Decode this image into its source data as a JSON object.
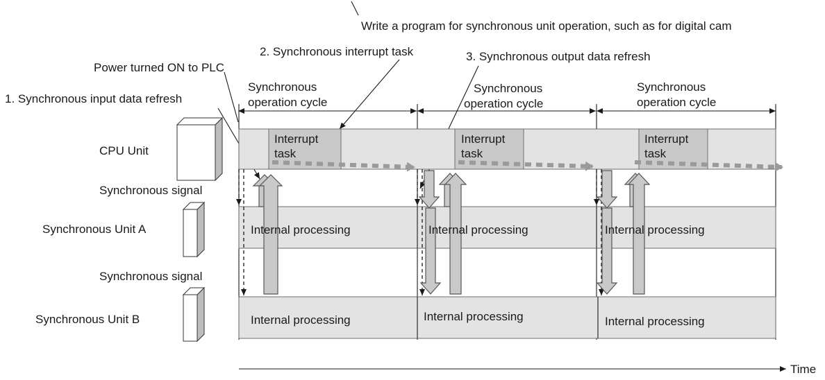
{
  "top_note": "Write a program for synchronous unit operation, such as for digital cam",
  "callouts": {
    "power_on": "Power turned ON to PLC",
    "step1": "1. Synchronous input data refresh",
    "step2": "2. Synchronous interrupt task",
    "step3": "3. Synchronous output data refresh"
  },
  "row_labels": {
    "cpu_unit": "CPU Unit",
    "sync_signal_1": "Synchronous signal",
    "sync_unit_a": "Synchronous Unit A",
    "sync_signal_2": "Synchronous signal",
    "sync_unit_b": "Synchronous Unit B"
  },
  "cycles": [
    {
      "line1": "Synchronous",
      "line2": "operation cycle"
    },
    {
      "line1": "Synchronous",
      "line2": "operation cycle"
    },
    {
      "line1": "Synchronous",
      "line2": "operation cycle"
    }
  ],
  "interrupt_tasks": [
    {
      "line1": "Interrupt",
      "line2": "task"
    },
    {
      "line1": "Interrupt",
      "line2": "task"
    },
    {
      "line1": "Interrupt",
      "line2": "task"
    }
  ],
  "unit_a_blocks": [
    "Internal processing",
    "Internal processing",
    "Internal processing"
  ],
  "unit_b_blocks": [
    "Internal processing",
    "Internal processing",
    "Internal processing"
  ],
  "time_label": "Time",
  "colors": {
    "block_fill": "#e3e3e3",
    "task_fill": "#c9c9c9",
    "flow_arrow": "#9a9a9a"
  }
}
